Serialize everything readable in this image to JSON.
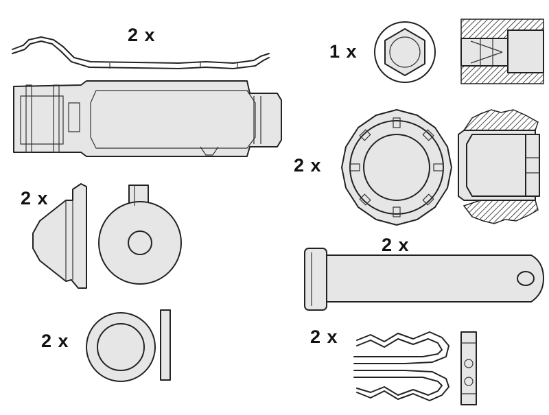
{
  "diagram": {
    "parts": [
      {
        "id": "spring-clip",
        "quantity": "2 x"
      },
      {
        "id": "nut",
        "quantity": "1 x"
      },
      {
        "id": "ring-nut",
        "quantity": "2 x"
      },
      {
        "id": "cone-washer",
        "quantity": "2 x"
      },
      {
        "id": "guide-pin",
        "quantity": "2 x"
      },
      {
        "id": "flat-washer",
        "quantity": "2 x"
      },
      {
        "id": "split-pin",
        "quantity": "2 x"
      }
    ],
    "colors": {
      "line": "#222222",
      "fill": "#e6e6e6",
      "background": "#ffffff"
    }
  }
}
